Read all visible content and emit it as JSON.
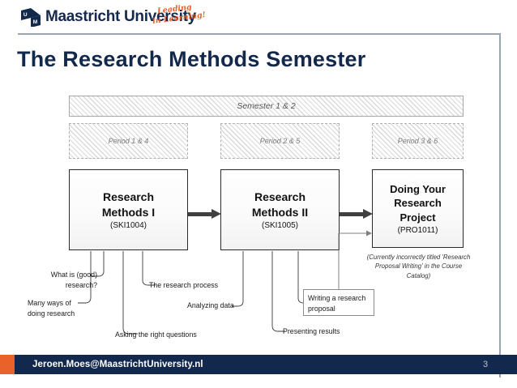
{
  "brand": {
    "logo_icon": "maastricht-flag-icon",
    "logo_letter_top": "U",
    "logo_letter_bottom": "M",
    "name": "Maastricht University",
    "tagline_line1": "Leading",
    "tagline_line2": "in Learning!",
    "navy": "#13294b",
    "orange": "#e8622a"
  },
  "slide": {
    "title": "The Research Methods Semester",
    "page_number": "3"
  },
  "timeline": {
    "semester_label": "Semester 1 & 2",
    "periods": [
      {
        "label": "Period 1 & 4"
      },
      {
        "label": "Period 2 & 5"
      },
      {
        "label": "Period 3 & 6"
      }
    ]
  },
  "courses": [
    {
      "name_line1": "Research",
      "name_line2": "Methods I",
      "code": "(SKI1004)"
    },
    {
      "name_line1": "Research",
      "name_line2": "Methods II",
      "code": "(SKI1005)"
    },
    {
      "name_line1": "Doing Your",
      "name_line2": "Research",
      "name_line3": "Project",
      "code": "(PRO1011)",
      "note": "(Currently incorrectly titled 'Research Proposal Writing' in the Course Catalog)"
    }
  ],
  "topics": [
    {
      "line1": "What is (good)",
      "line2": "research?"
    },
    {
      "line1": "Many ways of",
      "line2": "doing research"
    },
    {
      "line1": "The research process"
    },
    {
      "line1": "Asking the right questions"
    },
    {
      "line1": "Analyzing data"
    },
    {
      "line1": "Presenting results"
    }
  ],
  "proposal_box": {
    "line1": "Writing a research",
    "line2": "proposal"
  },
  "footer": {
    "email": "Jeroen.Moes@MaastrichtUniversity.nl"
  }
}
